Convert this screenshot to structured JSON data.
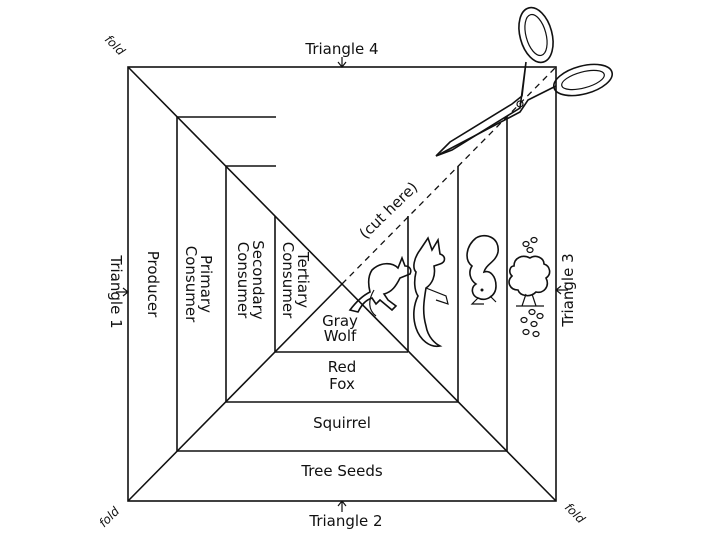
{
  "triangles": {
    "top": "Triangle 4",
    "bottom": "Triangle 2",
    "left": "Triangle 1",
    "right": "Triangle 3"
  },
  "fold_labels": [
    "fold",
    "fold",
    "fold",
    "fold"
  ],
  "levels": {
    "producer": "Producer",
    "primary": [
      "Primary",
      "Consumer"
    ],
    "secondary": [
      "Secondary",
      "Consumer"
    ],
    "tertiary": [
      "Tertiary",
      "Consumer"
    ]
  },
  "organisms": {
    "seeds": "Tree Seeds",
    "squirrel": "Squirrel",
    "fox": [
      "Red",
      "Fox"
    ],
    "wolf": [
      "Gray",
      "Wolf"
    ]
  },
  "cut_label": "(cut here)",
  "icons": [
    "scissors-icon",
    "wolf-icon",
    "fox-icon",
    "squirrel-icon",
    "tree-seeds-icon"
  ]
}
